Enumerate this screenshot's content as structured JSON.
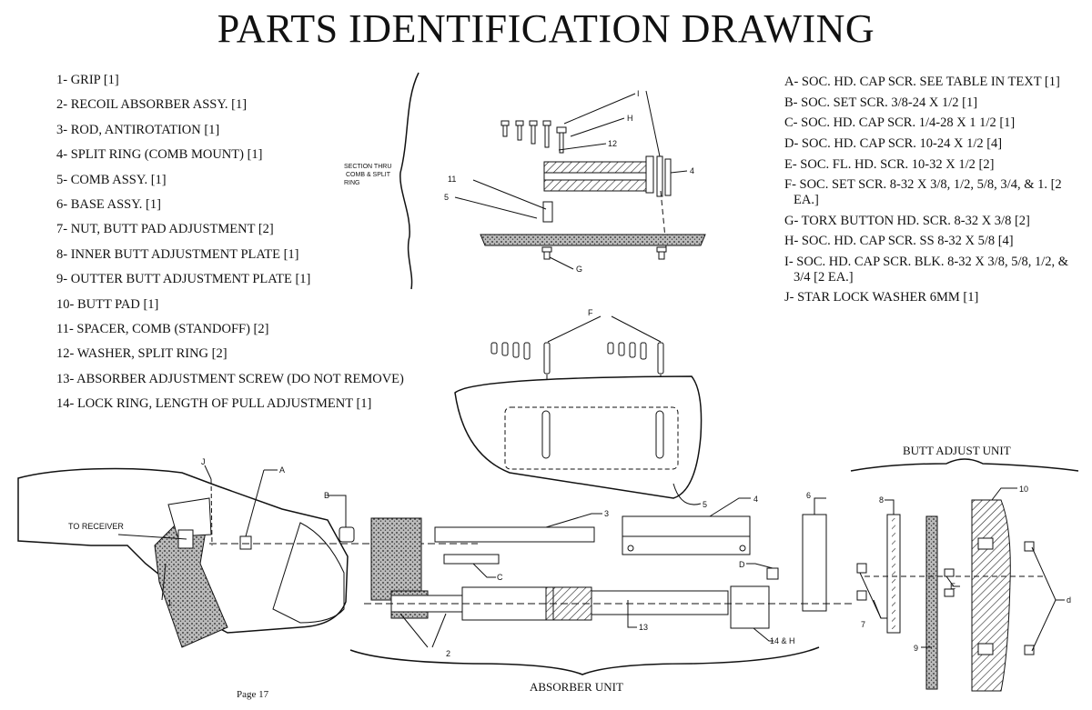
{
  "title": "PARTS IDENTIFICATION DRAWING",
  "numbered_parts": [
    "1- GRIP [1]",
    "2- RECOIL ABSORBER ASSY. [1]",
    "3- ROD, ANTIROTATION [1]",
    "4- SPLIT RING (COMB MOUNT) [1]",
    "5- COMB ASSY. [1]",
    "6- BASE ASSY. [1]",
    "7- NUT, BUTT PAD ADJUSTMENT [2]",
    "8- INNER BUTT ADJUSTMENT PLATE [1]",
    "9- OUTTER BUTT ADJUSTMENT PLATE [1]",
    "10- BUTT PAD [1]",
    "11- SPACER, COMB (STANDOFF) [2]",
    "12- WASHER, SPLIT RING [2]",
    "13- ABSORBER ADJUSTMENT SCREW (DO NOT REMOVE)",
    "14- LOCK RING, LENGTH OF PULL ADJUSTMENT [1]"
  ],
  "lettered_parts": [
    "A- SOC. HD. CAP SCR. SEE TABLE IN TEXT [1]",
    "B- SOC. SET SCR. 3/8-24 X 1/2 [1]",
    "C- SOC. HD. CAP SCR. 1/4-28 X 1 1/2 [1]",
    "D- SOC. HD. CAP SCR. 10-24 X 1/2 [4]",
    "E- SOC. FL. HD. SCR. 10-32 X 1/2 [2]",
    "F- SOC. SET SCR. 8-32 X 3/8, 1/2, 5/8, 3/4, & 1. [2 EA.]",
    "G- TORX BUTTON HD. SCR. 8-32 X 3/8 [2]",
    "H- SOC. HD. CAP SCR. SS 8-32 X 5/8 [4]",
    "I- SOC. HD. CAP SCR. BLK. 8-32 X 3/8, 5/8, 1/2, & 3/4 [2 EA.]",
    "J- STAR LOCK WASHER 6MM [1]"
  ],
  "section_label": [
    "SECTION THRU",
    "COMB & SPLIT",
    "RING"
  ],
  "unit_labels": {
    "butt_adjust": "BUTT ADJUST UNIT",
    "absorber": "ABSORBER UNIT",
    "to_receiver": "TO RECEIVER"
  },
  "callouts": {
    "I": "I",
    "H": "H",
    "twelve": "12",
    "four_top": "4",
    "eleven": "11",
    "five_top": "5",
    "G": "G",
    "F": "F",
    "five_comb": "5",
    "J": "J",
    "A": "A",
    "B": "B",
    "one": "1",
    "three": "3",
    "four": "4",
    "six": "6",
    "C": "C",
    "D": "D",
    "two": "2",
    "thirteen": "13",
    "fourteen_h": "14 & H",
    "eight": "8",
    "ten": "10",
    "seven": "7",
    "E": "E",
    "nine": "9",
    "d": "d"
  },
  "page": "Page 17"
}
